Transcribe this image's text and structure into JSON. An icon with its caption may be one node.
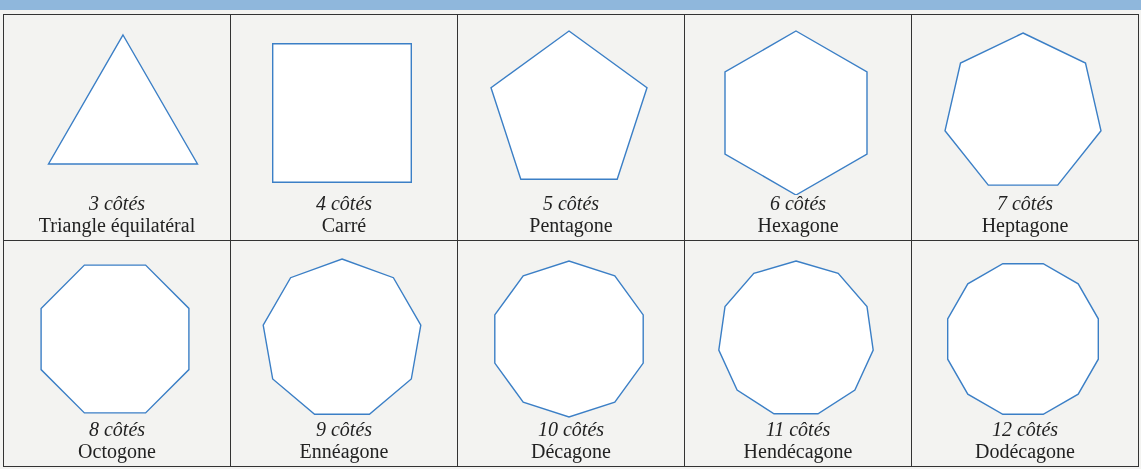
{
  "diagram": {
    "labels": [
      "3 côtés",
      "Triangle équilatéral",
      "4 côtés",
      "Carré",
      "5 côtés",
      "Pentagone",
      "6 côtés",
      "Hexagone",
      "7 côtés",
      "Heptagone",
      "8 côtés",
      "Octogone",
      "9 côtés",
      "Ennéagone",
      "10 côtés",
      "Décagone",
      "11 côtés",
      "Hendécagone",
      "12 côtés",
      "Dodécagone"
    ]
  }
}
